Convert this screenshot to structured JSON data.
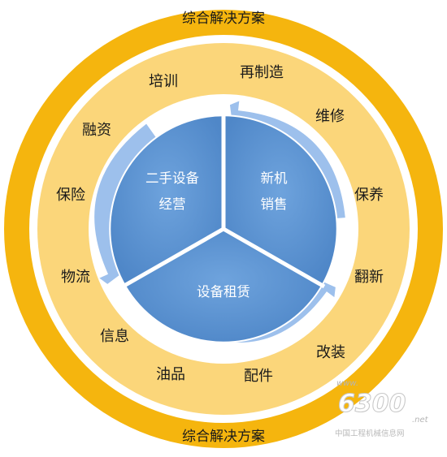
{
  "outer_ring": {
    "top_label": "综合解决方案",
    "bottom_label": "综合解决方案"
  },
  "services": [
    "培训",
    "再制造",
    "维修",
    "保养",
    "翻新",
    "改装",
    "配件",
    "油品",
    "信息",
    "物流",
    "保险",
    "融资"
  ],
  "core_segments": {
    "used_equipment": [
      "二手设备",
      "经营"
    ],
    "new_sales": [
      "新机",
      "销售"
    ],
    "rental": "设备租赁"
  },
  "watermark": {
    "www": "www.",
    "number": "6300",
    "net": ".net",
    "site_name": "中国工程机械信息网"
  },
  "colors": {
    "outer_ring": "#f5b50e",
    "inner_band": "#fbd67a",
    "arrow_ring": "#9dc0ec",
    "core_fill": "#5b93d3",
    "core_stroke": "#ffffff",
    "text": "#1a1a1a"
  }
}
